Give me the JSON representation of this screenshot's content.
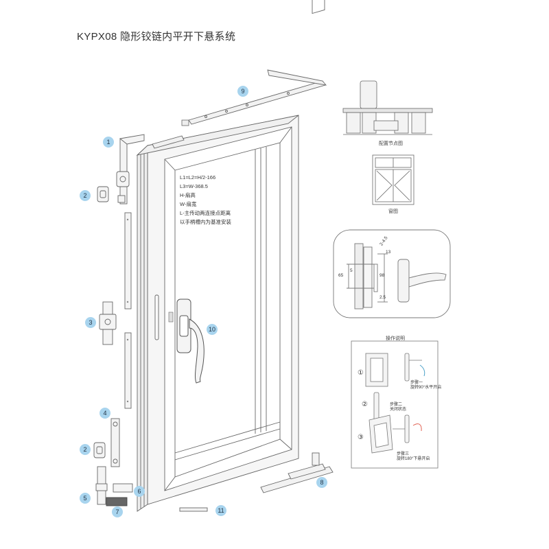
{
  "title": "KYPX08 隐形铰链内平开下悬系统",
  "formula_notes": [
    "L1=L2=H/2-166",
    "L3=W-368.5",
    "H-扇高",
    "W-扇宽",
    "L-主传动两连接点距离",
    "以手柄槽内为基准安装"
  ],
  "captions": {
    "node_diagram": "配置节点图",
    "window_diagram": "窗图",
    "operation_title": "操作说明"
  },
  "callouts": [
    "1",
    "2",
    "3",
    "2",
    "4",
    "5",
    "6",
    "7",
    "8",
    "9",
    "10",
    "11"
  ],
  "dimensions": {
    "d1": "2-4.5",
    "d2": "13",
    "d3": "65",
    "d4": "5",
    "d5": "98",
    "d6": "2.5"
  },
  "operation_steps": [
    {
      "num": "①",
      "label": "步骤一",
      "desc": "旋转90°水平开启"
    },
    {
      "num": "②",
      "label": "步骤二",
      "desc": "关闭状态"
    },
    {
      "num": "③",
      "label": "步骤三",
      "desc": "旋转180°下悬开启"
    }
  ],
  "colors": {
    "callout_fill": "#a8d4ee",
    "line": "#555555",
    "light": "#d9d9d9"
  }
}
